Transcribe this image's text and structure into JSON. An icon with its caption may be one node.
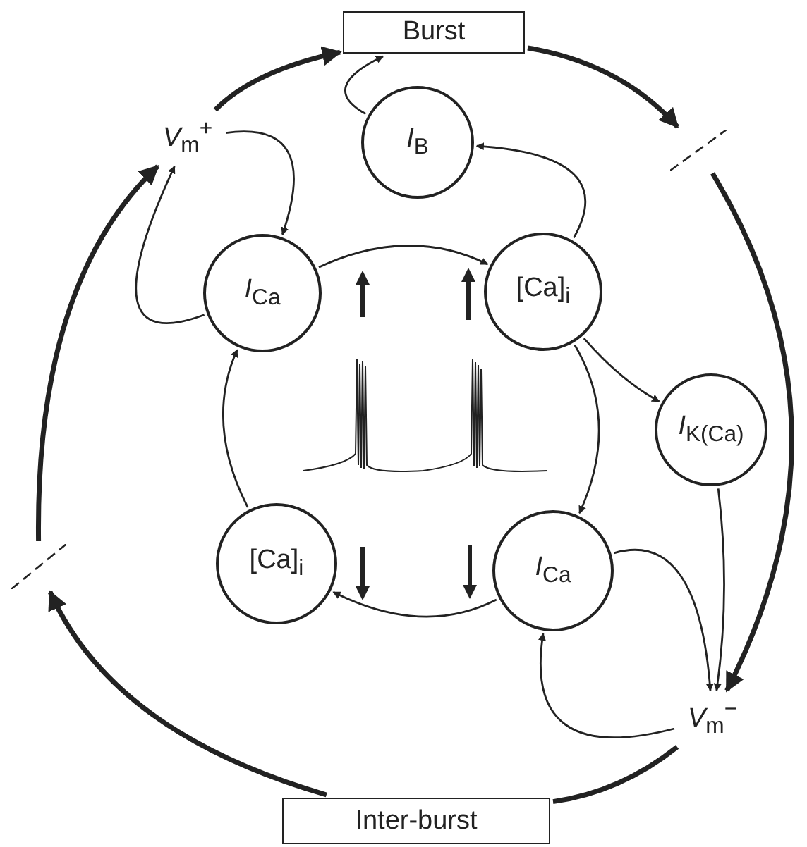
{
  "diagram": {
    "nodes": [
      {
        "text": [
          "Burst"
        ]
      },
      {
        "text": [
          "*I*$_{B}$"
        ]
      },
      {
        "text": [
          "*V*$_{m}$$^{+}$"
        ]
      },
      {
        "text": [
          "*I*$_{Ca}$"
        ]
      },
      {
        "text": [
          "[Ca]$_{i}$"
        ]
      },
      {
        "text": [
          "*I*$_{K(Ca)}$"
        ]
      },
      {
        "text": [
          "[Ca]$_{i}$"
        ]
      },
      {
        "text": [
          "*I*$_{Ca}$"
        ]
      },
      {
        "text": [
          "*V*$_{m}$$^{−}$"
        ]
      },
      {
        "text": [
          "Inter-burst"
        ]
      },
      {
        "text": [],
        "shape": "line"
      },
      {
        "text": [],
        "shape": "line"
      }
    ],
    "edges": [
      {
        "from": 2,
        "to": 0,
        "arrow": "to",
        "style": "thick"
      },
      {
        "from": 0,
        "to": 10,
        "arrow": "to",
        "style": "thick"
      },
      {
        "from": 10,
        "to": 8,
        "arrow": "to",
        "style": "thick"
      },
      {
        "from": 8,
        "to": 9,
        "arrow": "none",
        "style": "thick"
      },
      {
        "from": 9,
        "to": 11,
        "arrow": "to",
        "style": "thick"
      },
      {
        "from": 11,
        "to": 2,
        "arrow": "to",
        "style": "thick"
      },
      {
        "from": 2,
        "to": 3,
        "arrow": "to"
      },
      {
        "from": 3,
        "to": 2,
        "arrow": "to"
      },
      {
        "from": 1,
        "to": 0,
        "arrow": "to"
      },
      {
        "from": 4,
        "to": 1,
        "arrow": "to"
      },
      {
        "from": 3,
        "to": 4,
        "arrow": "to"
      },
      {
        "from": 4,
        "to": 5,
        "arrow": "to"
      },
      {
        "from": 4,
        "to": 7,
        "arrow": "to"
      },
      {
        "from": 7,
        "to": 6,
        "arrow": "to"
      },
      {
        "from": 6,
        "to": 3,
        "arrow": "to"
      },
      {
        "from": 7,
        "to": 8,
        "arrow": "to"
      },
      {
        "from": 5,
        "to": 8,
        "arrow": "to"
      },
      {
        "from": 8,
        "to": 7,
        "arrow": "to"
      }
    ]
  }
}
